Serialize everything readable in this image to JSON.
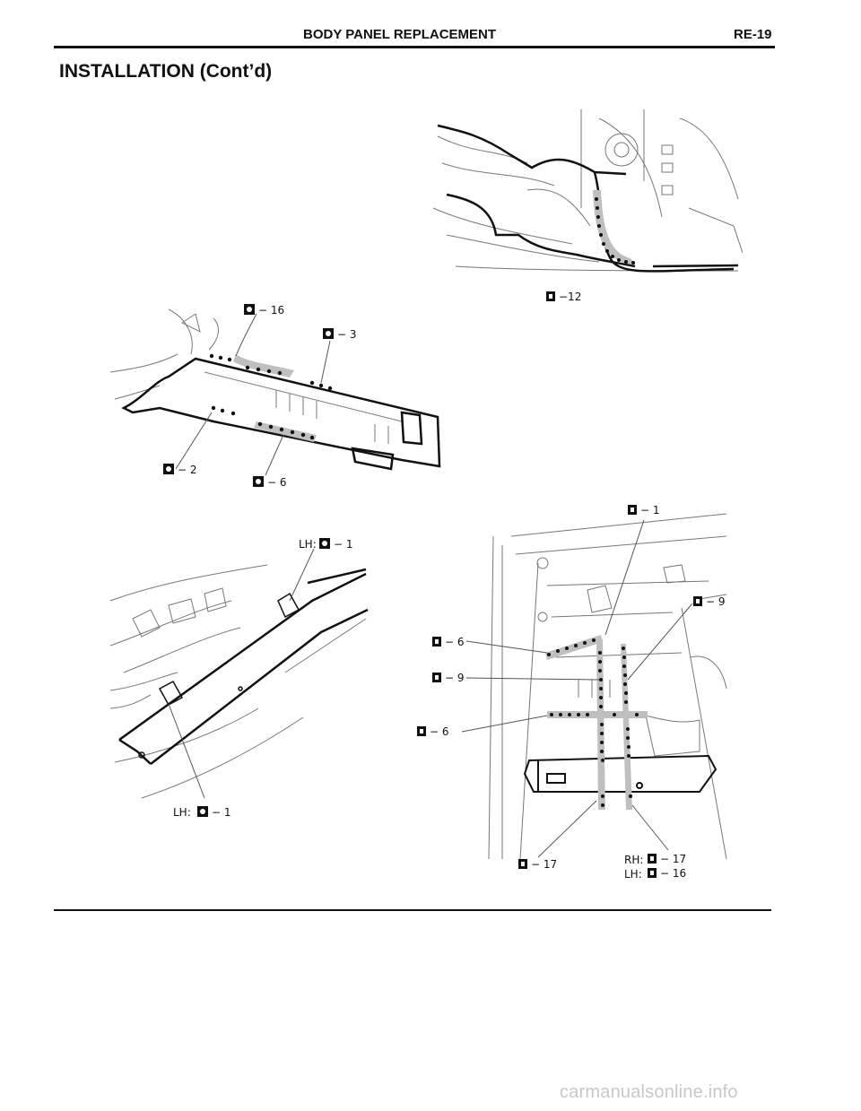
{
  "header": {
    "title": "BODY PANEL REPLACEMENT",
    "page": "RE-19"
  },
  "section_title": "INSTALLATION (Cont’d)",
  "figures": {
    "fig1": {
      "callouts": [
        {
          "text": "−12",
          "symbol": "spot-weld-solid"
        }
      ]
    },
    "fig2": {
      "callouts": [
        {
          "text": "− 16",
          "symbol": "spot-weld-ring"
        },
        {
          "text": "− 3",
          "symbol": "spot-weld-ring"
        },
        {
          "text": "− 2",
          "symbol": "spot-weld-ring"
        },
        {
          "text": "− 6",
          "symbol": "spot-weld-ring"
        }
      ]
    },
    "fig3": {
      "callouts": [
        {
          "prefix": "LH:",
          "text": "− 1",
          "symbol": "spot-weld-ring"
        },
        {
          "prefix": "LH:",
          "text": "− 1",
          "symbol": "spot-weld-ring"
        }
      ]
    },
    "fig4": {
      "callouts": [
        {
          "text": "− 1",
          "symbol": "spot-weld-solid"
        },
        {
          "text": "− 9",
          "symbol": "spot-weld-solid"
        },
        {
          "text": "− 6",
          "symbol": "spot-weld-solid"
        },
        {
          "text": "− 9",
          "symbol": "spot-weld-solid"
        },
        {
          "text": "− 6",
          "symbol": "spot-weld-solid"
        },
        {
          "text": "− 17",
          "symbol": "spot-weld-solid"
        },
        {
          "prefix": "RH:",
          "text": "− 17",
          "symbol": "spot-weld-solid"
        },
        {
          "prefix": "LH:",
          "text": "− 16",
          "symbol": "spot-weld-solid"
        }
      ]
    }
  },
  "watermark": "carmanualsonline.info"
}
